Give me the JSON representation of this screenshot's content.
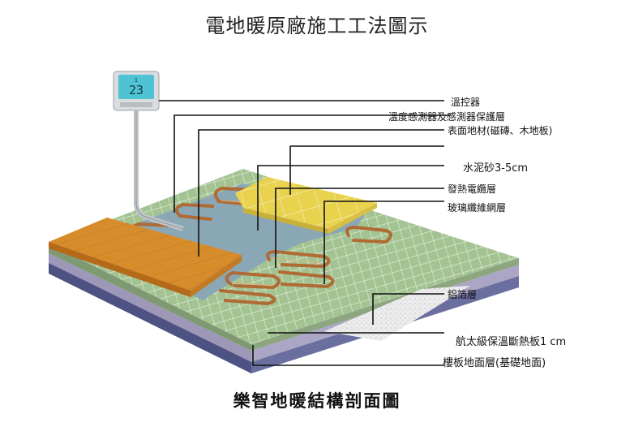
{
  "title": "電地暖原廠施工工法圖示",
  "subtitle": "樂智地暖結構剖面圖",
  "thermostat": {
    "display": "23",
    "small": "1"
  },
  "labels": {
    "thermostat": "溫控器",
    "sensor": "溫度感測器及感測器保護層",
    "floor_surface": "表面地材(磁磚、木地板)",
    "cement": "水泥砂3-5cm",
    "heating_cable": "發熱電纜層",
    "glass_fiber": "玻璃纖維網層",
    "foil": "鋁箔層",
    "insulation": "航太級保溫斷熱板1 cm",
    "slab": "樓板地面層(基礎地面)"
  },
  "colors": {
    "grid_green": "#9fbf8e",
    "wood": "#d58a2a",
    "tile": "#e6d04a",
    "cement": "#8aa7b6",
    "slab": "#5a5f8e",
    "insulation": "#9b95b6",
    "cable": "#b06a34",
    "thermostat_screen": "#4fc3d3"
  }
}
